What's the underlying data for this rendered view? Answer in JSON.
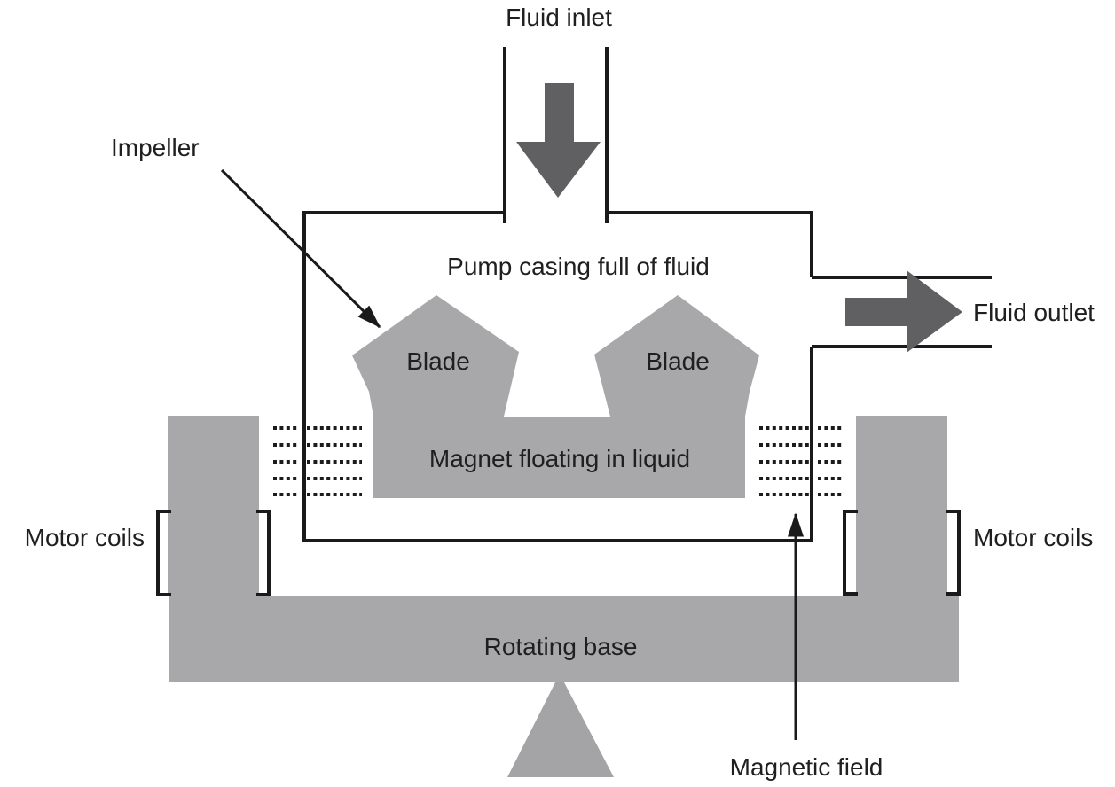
{
  "diagram": {
    "type": "magnetically-levitated centrifugal pump cross-section",
    "labels": {
      "fluid_inlet": "Fluid inlet",
      "impeller": "Impeller",
      "pump_casing": "Pump casing full of fluid",
      "blade_left": "Blade",
      "blade_right": "Blade",
      "magnet": "Magnet floating in liquid",
      "motor_coils_left": "Motor coils",
      "motor_coils_right": "Motor coils",
      "rotating_base": "Rotating base",
      "magnetic_field": "Magnetic field",
      "fluid_outlet": "Fluid outlet"
    },
    "colors": {
      "component_gray": "#a8a8ab",
      "pivot_gray": "#a4a4a7",
      "flow_arrow_gray": "#606063",
      "line_black": "#1a1a1a",
      "text_color": "#1f1f1f",
      "background": "#ffffff"
    }
  }
}
